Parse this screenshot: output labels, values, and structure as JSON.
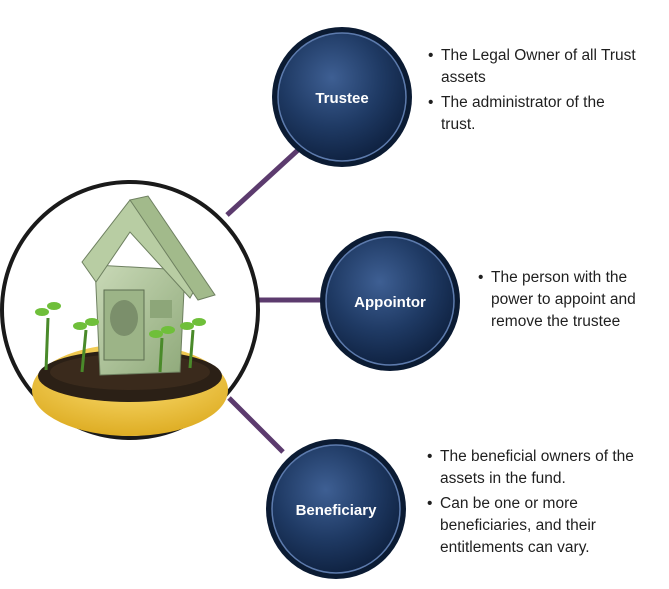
{
  "nodes": {
    "trustee": {
      "label": "Trustee",
      "points": [
        "The Legal Owner of all Trust assets",
        "The administrator of the trust."
      ]
    },
    "appointor": {
      "label": "Appointor",
      "points": [
        "The person with the power to appoint and remove the trustee"
      ]
    },
    "beneficiary": {
      "label": "Beneficiary",
      "points": [
        "The beneficial owners of the assets in the fund.",
        "Can be one or more beneficiaries, and their entitlements can vary."
      ]
    }
  },
  "center_image": {
    "icon": "money-house-plant-icon",
    "description_visible": false
  },
  "colors": {
    "node_fill": "#1f3a64",
    "node_ring": "#0b1b33",
    "connector": "#5c3b6e",
    "bowl": "#f0c832",
    "bill": "#a9bf93"
  }
}
